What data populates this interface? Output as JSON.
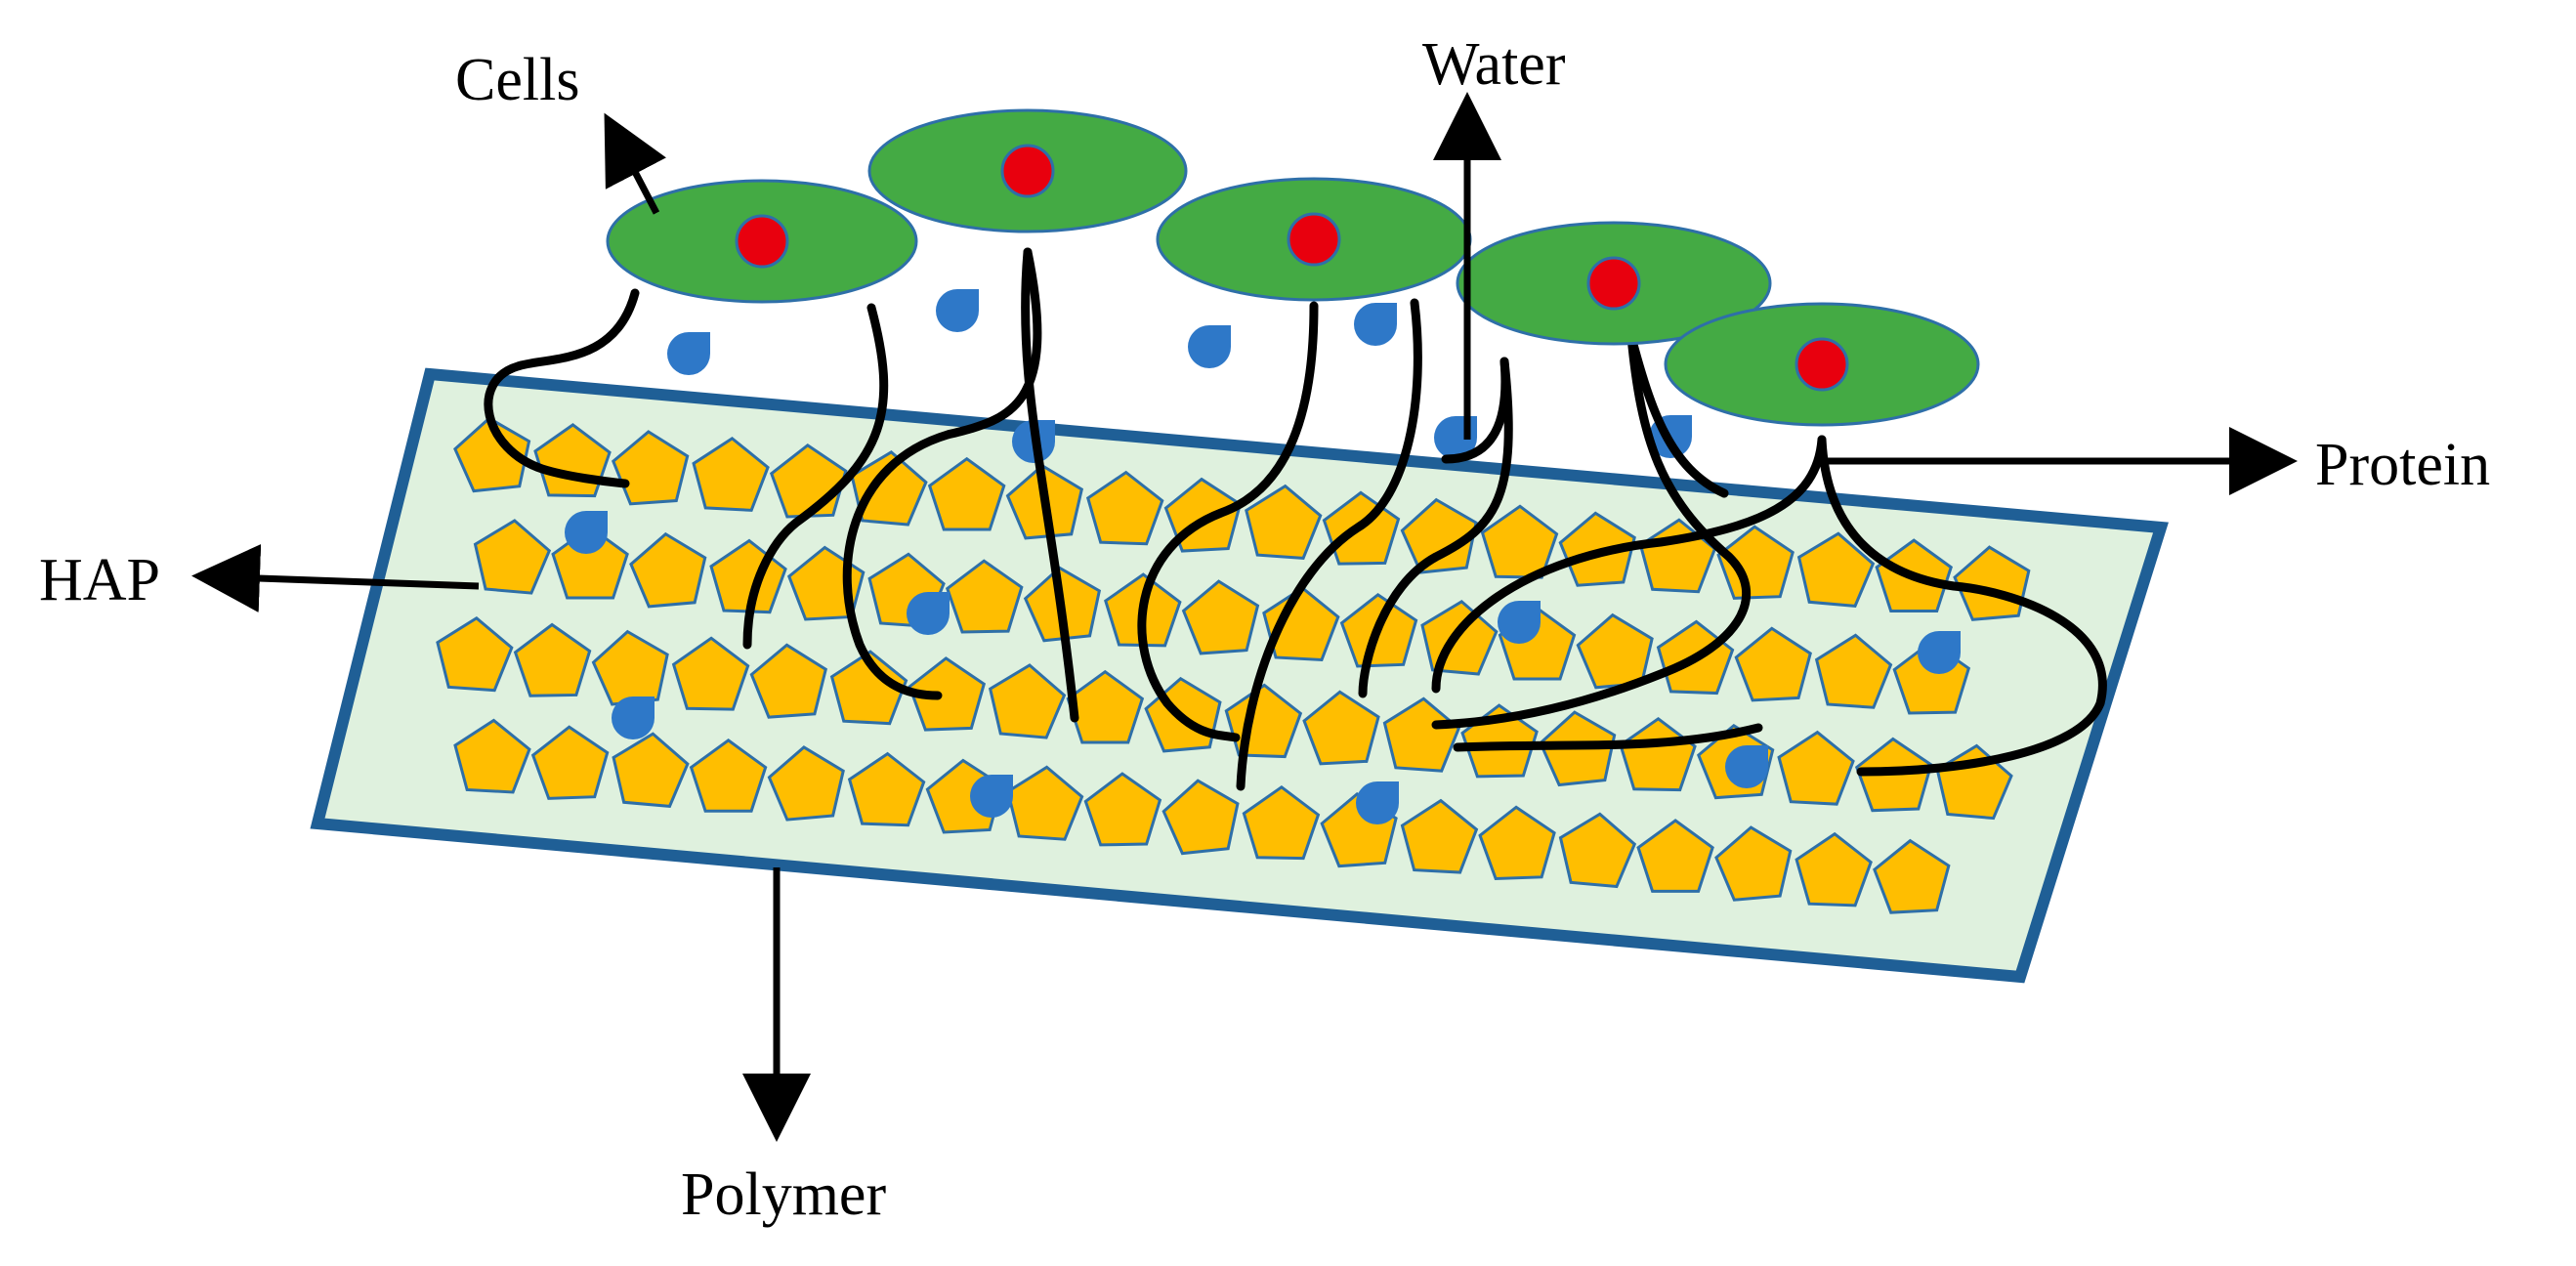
{
  "diagram": {
    "labels": {
      "cells": "Cells",
      "water": "Water",
      "protein": "Protein",
      "hap": "HAP",
      "polymer": "Polymer"
    },
    "colors": {
      "cell_fill": "#44aa44",
      "cell_stroke": "#2e6fa8",
      "nucleus_fill": "#e8000e",
      "hap_fill": "#ffbe00",
      "hap_stroke": "#2e6fa8",
      "water_drop_fill": "#2e78c8",
      "polymer_fill": "#dff1de",
      "polymer_stroke": "#1f5f96",
      "protein_strand": "#000000",
      "arrow": "#000000"
    },
    "icons": {
      "cell": "cell-ellipse-icon",
      "nucleus": "nucleus-dot-icon",
      "hap_crystal": "pentagon-icon",
      "water": "water-drop-icon"
    }
  }
}
